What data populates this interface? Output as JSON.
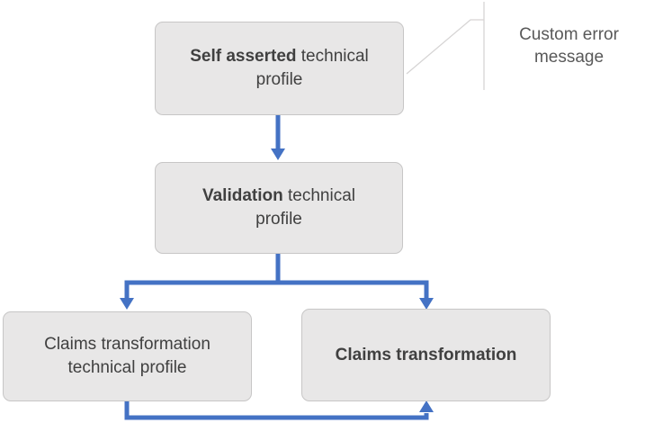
{
  "diagram": {
    "nodes": [
      {
        "bold": "Self asserted",
        "rest": " technical profile"
      },
      {
        "bold": "Validation",
        "rest": " technical profile"
      },
      {
        "bold": "",
        "rest": "Claims transformation technical profile"
      },
      {
        "bold": "Claims transformation",
        "rest": ""
      }
    ],
    "callout": {
      "label": "Custom error message"
    }
  },
  "colors": {
    "arrow": "#4472C4",
    "fill": "#E8E7E7",
    "border": "#C7C6C6",
    "text": "#404040",
    "calloutLine": "#D6D4D4",
    "calloutText": "#595959",
    "bg": "#FFFFFF"
  }
}
